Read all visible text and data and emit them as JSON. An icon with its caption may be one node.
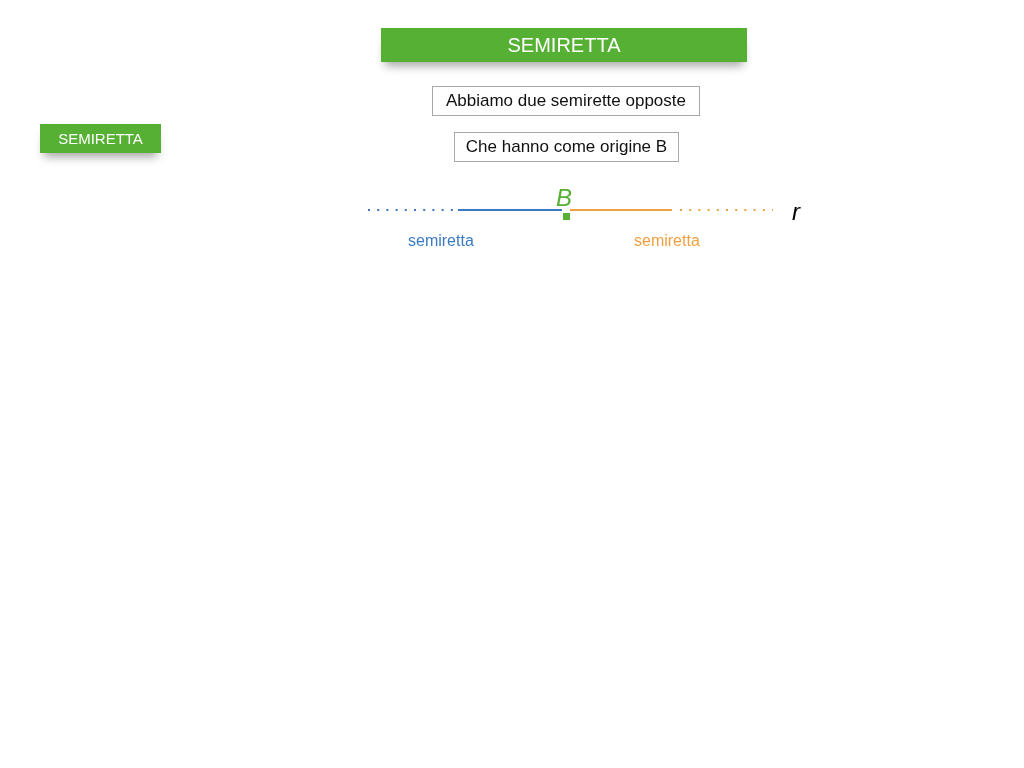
{
  "diagram": {
    "title": "SEMIRETTA",
    "nodes": [
      {
        "text": [
          "SEMIRETTA"
        ]
      },
      {
        "text": [
          "Abbiamo due semirette opposte"
        ]
      },
      {
        "text": [
          "Che hanno come origine B"
        ]
      }
    ],
    "edges": [],
    "labels": [
      "B",
      "r",
      "semiretta",
      "semiretta"
    ]
  }
}
